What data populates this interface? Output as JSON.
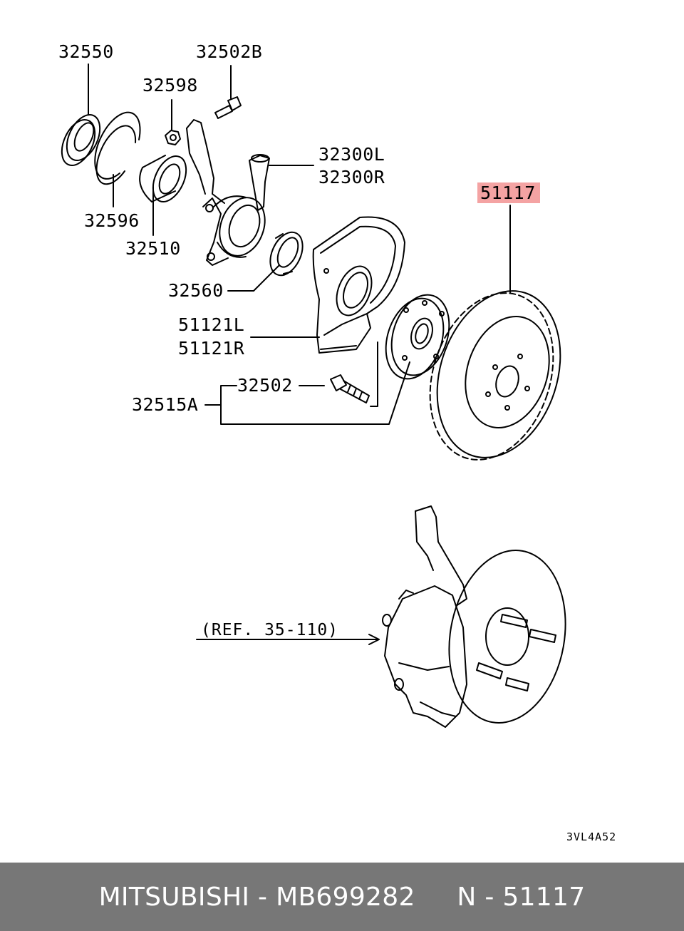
{
  "labels": {
    "p32550": "32550",
    "p32502B": "32502B",
    "p32598": "32598",
    "p32300L": "32300L",
    "p32300R": "32300R",
    "p32596": "32596",
    "p32510": "32510",
    "p32560": "32560",
    "p51117": "51117",
    "p51121L": "51121L",
    "p51121R": "51121R",
    "p32502": "32502",
    "p32515A": "32515A"
  },
  "reference": "(REF. 35-110)",
  "diagram_code": "3VL4A52",
  "highlight_color": "#f4a3a3",
  "footer": {
    "brand": "MITSUBISHI",
    "part_number": "MB699282",
    "diagram_ref": "N - 51117",
    "background": "#777777"
  }
}
